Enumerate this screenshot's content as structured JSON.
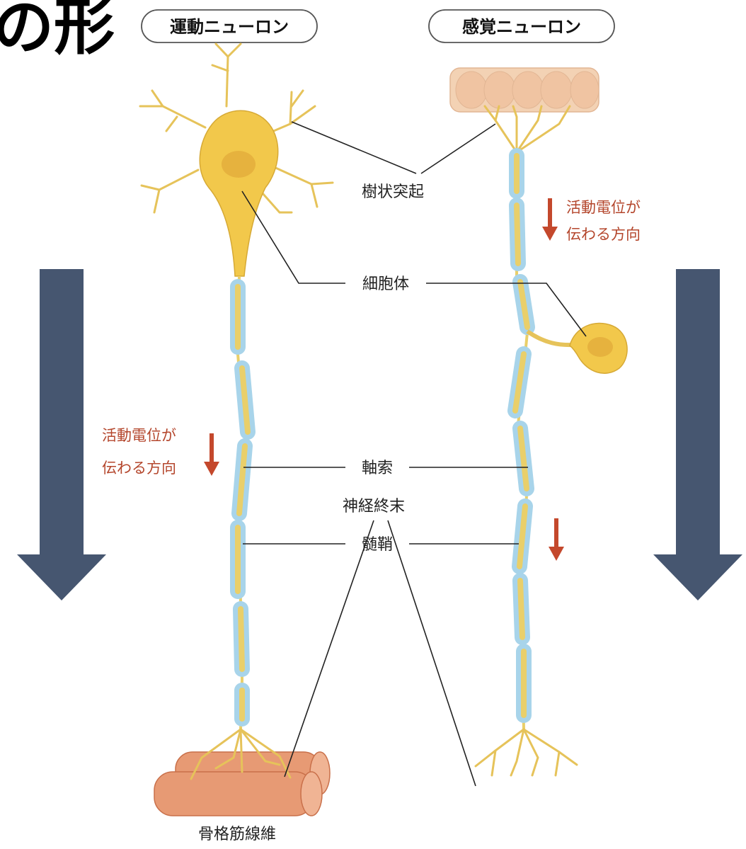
{
  "heading_fragment": "の形",
  "colors": {
    "big_arrow": "#465670",
    "cell_body": "#f2c84b",
    "myelin": "#a8d4ea",
    "axon": "#e9cf6a",
    "muscle": "#e79a74",
    "skin_cells": "#f3d2b4",
    "red_arrow": "#c4482c"
  },
  "neurons": {
    "motor": {
      "title": "運動ニューロン"
    },
    "sensory": {
      "title": "感覚ニューロン"
    }
  },
  "labels": {
    "dendrite": "樹状突起",
    "cell_body": "細胞体",
    "axon": "軸索",
    "myelin_sheath": "髄鞘",
    "nerve_ending": "神経終末",
    "skeletal_muscle_fiber": "骨格筋線維"
  },
  "notes": {
    "direction_line1": "活動電位が",
    "direction_line2": "伝わる方向"
  }
}
